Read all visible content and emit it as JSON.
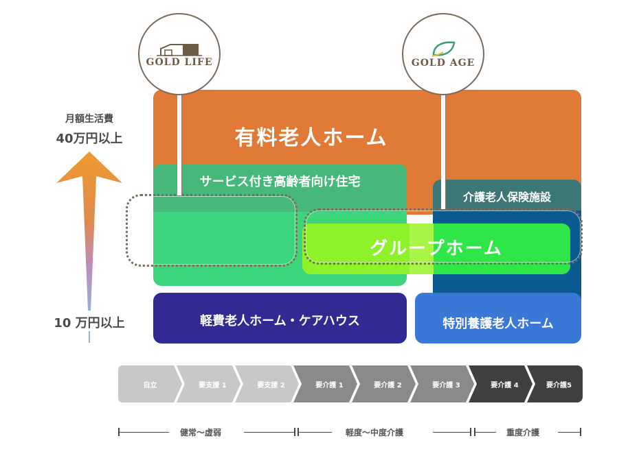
{
  "y_axis": {
    "top_label_line1": "月額生活費",
    "top_label_line2": "40万円以上",
    "bottom_label": "10 万円以上"
  },
  "logos": {
    "left": {
      "name": "GOLD LIFE",
      "icon": "house-icon"
    },
    "right": {
      "name": "GOLD AGE",
      "icon": "leaf-icon"
    }
  },
  "facilities": {
    "yuryo": "有料老人ホーム",
    "sakoju": "サービス付き高齢者向け住宅",
    "kaigo_hoken": "介護老人保険施設",
    "group_home": "グループホーム",
    "keihi": "軽費老人ホーム・ケアハウス",
    "tokuyo": "特別養護老人ホーム"
  },
  "care_levels": [
    {
      "label": "自立",
      "color": "#c8c8c8"
    },
    {
      "label": "要支援 1",
      "color": "#c8c8c8"
    },
    {
      "label": "要支援 2",
      "color": "#c8c8c8"
    },
    {
      "label": "要介護 1",
      "color": "#8a8a8a"
    },
    {
      "label": "要介護 2",
      "color": "#8a8a8a"
    },
    {
      "label": "要介護 3",
      "color": "#8a8a8a"
    },
    {
      "label": "要介護 4",
      "color": "#404040"
    },
    {
      "label": "要介護5",
      "color": "#404040"
    }
  ],
  "ranges": [
    {
      "label": "健常〜虚弱"
    },
    {
      "label": "軽度〜中度介護"
    },
    {
      "label": "重度介護"
    }
  ],
  "colors": {
    "yuryo": "#e07a36",
    "sakoju": "#3dd57b",
    "kaigo_hoken": "#0b5a8f",
    "group_home": "#2ee648",
    "keihi": "#312a92",
    "tokuyo": "#3a78d8"
  }
}
